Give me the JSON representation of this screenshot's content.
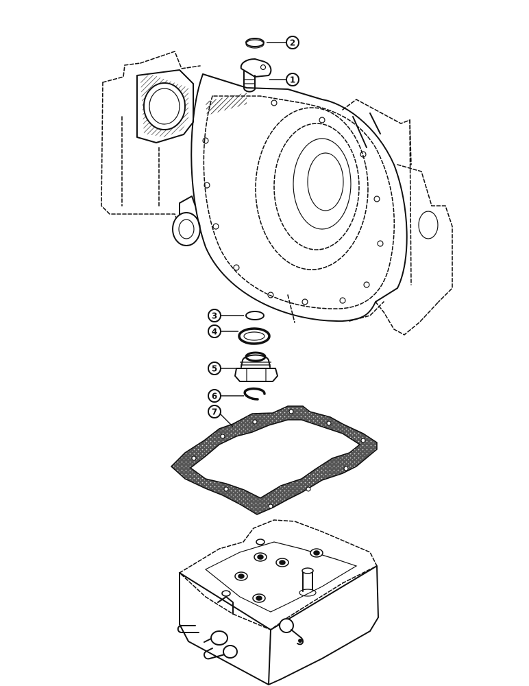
{
  "callouts": [
    {
      "id": "callout-1",
      "label": "1"
    },
    {
      "id": "callout-2",
      "label": "2"
    },
    {
      "id": "callout-3",
      "label": "3"
    },
    {
      "id": "callout-4",
      "label": "4"
    },
    {
      "id": "callout-5",
      "label": "5"
    },
    {
      "id": "callout-6",
      "label": "6"
    },
    {
      "id": "callout-7",
      "label": "7"
    }
  ],
  "colors": {
    "ink": "#111111",
    "paper": "#ffffff",
    "gasket": "#6a6a6a"
  }
}
